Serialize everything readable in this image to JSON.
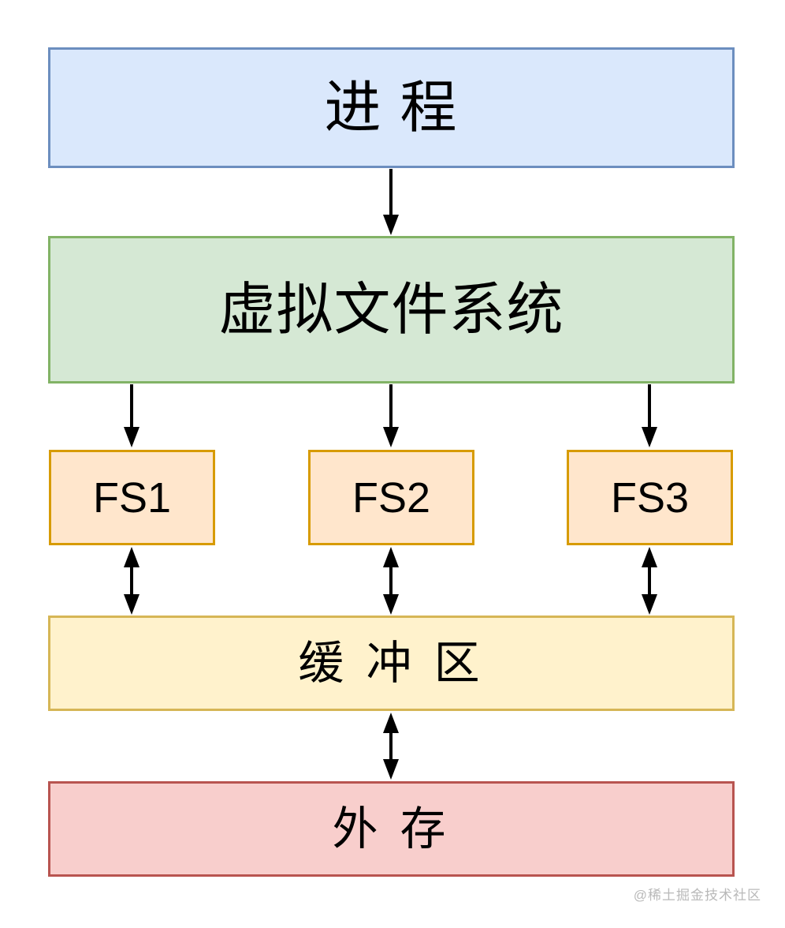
{
  "diagram": {
    "type": "layered-architecture-flowchart",
    "background": "#ffffff",
    "text_color": "#000000",
    "arrow_color": "#000000",
    "nodes": {
      "process": {
        "label": "进 程",
        "fill": "#dae8fc",
        "border": "#6c8ebf"
      },
      "vfs": {
        "label": "虚拟文件系统",
        "fill": "#d5e8d4",
        "border": "#82b366"
      },
      "fs1": {
        "label": "FS1",
        "fill": "#ffe6cc",
        "border": "#d79b00"
      },
      "fs2": {
        "label": "FS2",
        "fill": "#ffe6cc",
        "border": "#d79b00"
      },
      "fs3": {
        "label": "FS3",
        "fill": "#ffe6cc",
        "border": "#d79b00"
      },
      "buffer": {
        "label": "缓 冲 区",
        "fill": "#fff2cc",
        "border": "#d6b656"
      },
      "storage": {
        "label": "外 存",
        "fill": "#f8cecc",
        "border": "#b85450"
      }
    },
    "edges": [
      {
        "from": "process",
        "to": "vfs",
        "style": "single-arrow",
        "direction": "down"
      },
      {
        "from": "vfs",
        "to": "fs1",
        "style": "single-arrow",
        "direction": "down"
      },
      {
        "from": "vfs",
        "to": "fs2",
        "style": "single-arrow",
        "direction": "down"
      },
      {
        "from": "vfs",
        "to": "fs3",
        "style": "single-arrow",
        "direction": "down"
      },
      {
        "from": "fs1",
        "to": "buffer",
        "style": "double-arrow",
        "direction": "both"
      },
      {
        "from": "fs2",
        "to": "buffer",
        "style": "double-arrow",
        "direction": "both"
      },
      {
        "from": "fs3",
        "to": "buffer",
        "style": "double-arrow",
        "direction": "both"
      },
      {
        "from": "buffer",
        "to": "storage",
        "style": "double-arrow",
        "direction": "both"
      }
    ],
    "watermark": "@稀土掘金技术社区"
  }
}
